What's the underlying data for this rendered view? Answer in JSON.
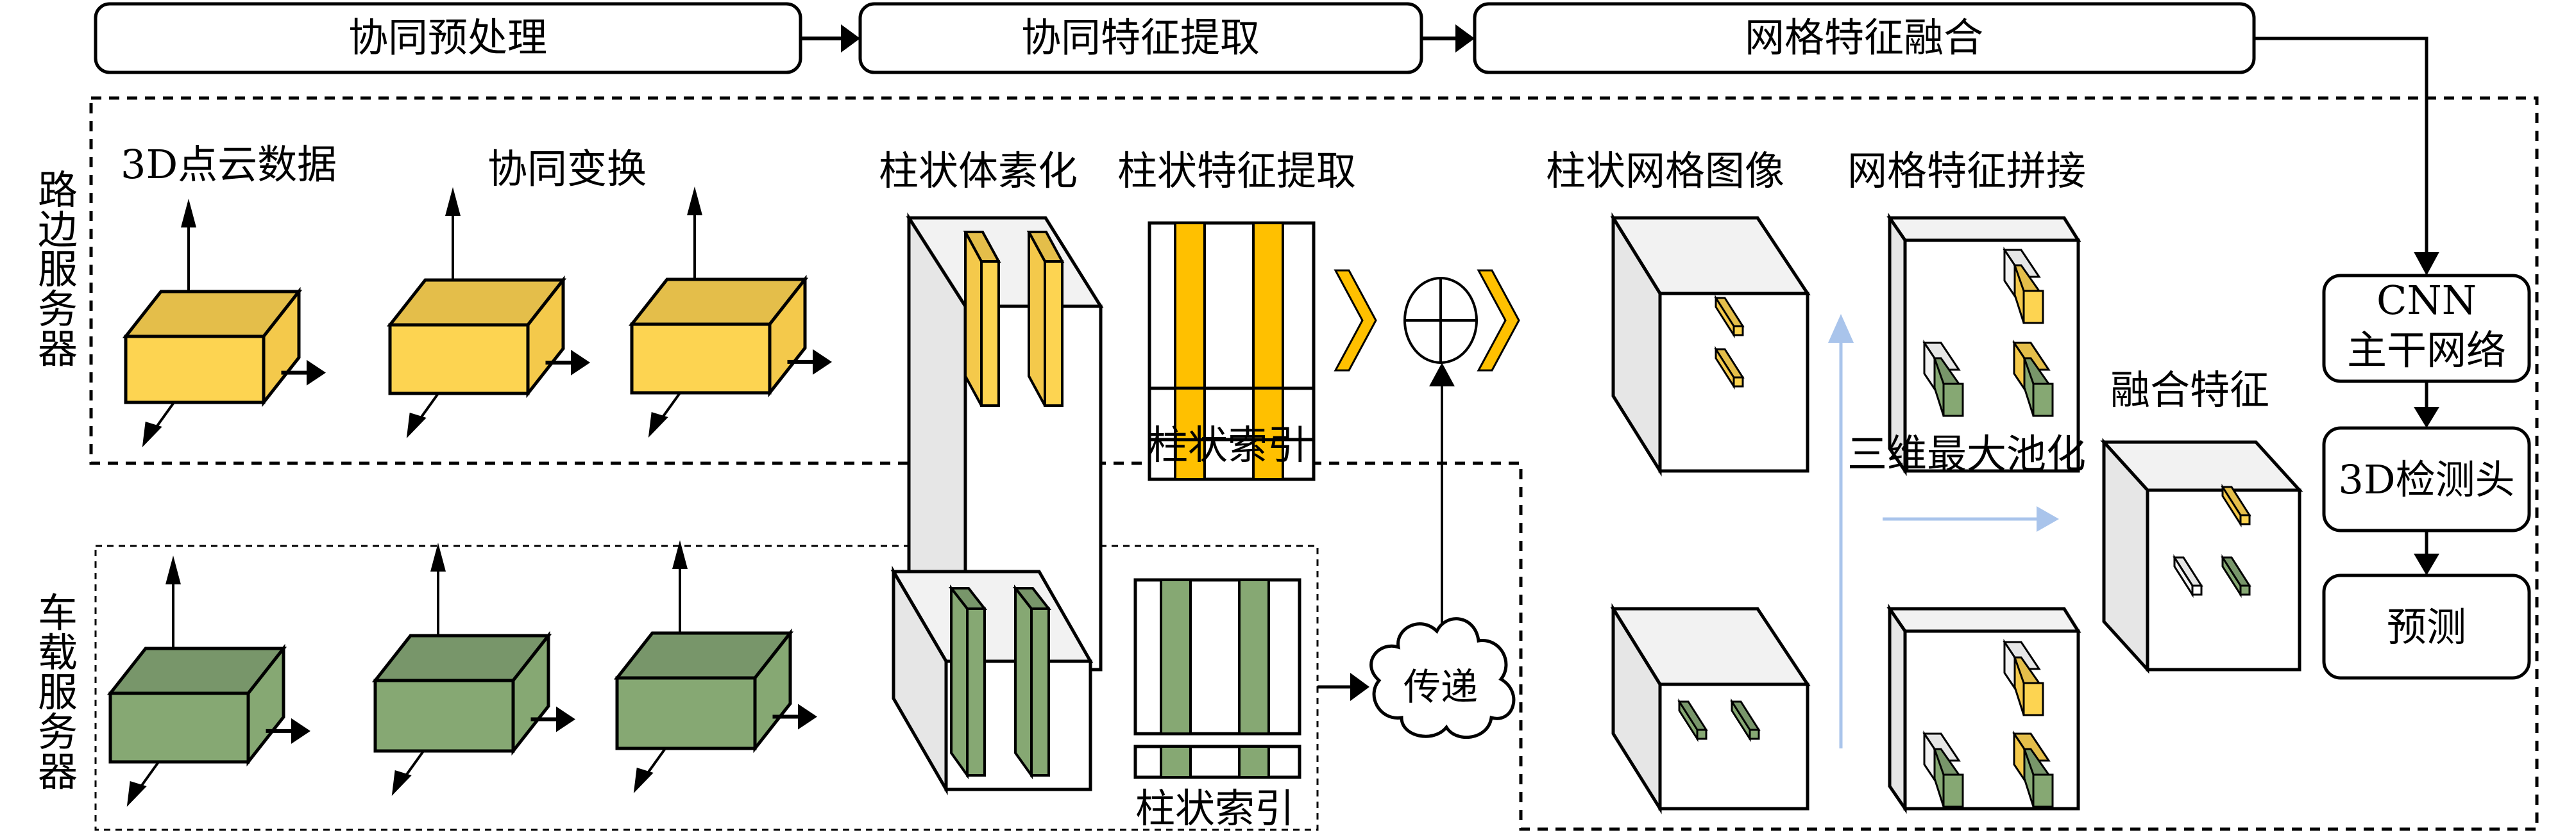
{
  "pipeline": {
    "stages": [
      {
        "label": "协同预处理"
      },
      {
        "label": "协同特征提取"
      },
      {
        "label": "网格特征融合"
      }
    ]
  },
  "roadside": {
    "side_label": [
      "路",
      "边",
      "服",
      "务",
      "器"
    ],
    "titles": {
      "point_cloud": "3D点云数据",
      "transform": "协同变换",
      "voxelize": "柱状体素化",
      "pillar_feature": "柱状特征提取",
      "grid_image": "柱状网格图像",
      "concat": "网格特征拼接"
    },
    "pillar_index": "柱状索引"
  },
  "vehicle": {
    "side_label": [
      "车",
      "载",
      "服",
      "务",
      "器"
    ],
    "pillar_index": "柱状索引",
    "transmit": "传递"
  },
  "fusion": {
    "max_pool": "三维最大池化",
    "fused_feature": "融合特征"
  },
  "head": {
    "backbone_line1": "CNN",
    "backbone_line2": "主干网络",
    "detect_head": "3D检测头",
    "predict": "预测"
  },
  "colors": {
    "roadside_front": "#FDD451",
    "roadside_top": "#E4BE4A",
    "roadside_side": "#F4C94B",
    "roadside_stripe": "#FFC000",
    "vehicle_front": "#86A873",
    "vehicle_top": "#78966A",
    "panel_top": "#F2F2F2",
    "panel_side": "#E6E6E6",
    "pool_arrow": "#A9C4EB"
  }
}
